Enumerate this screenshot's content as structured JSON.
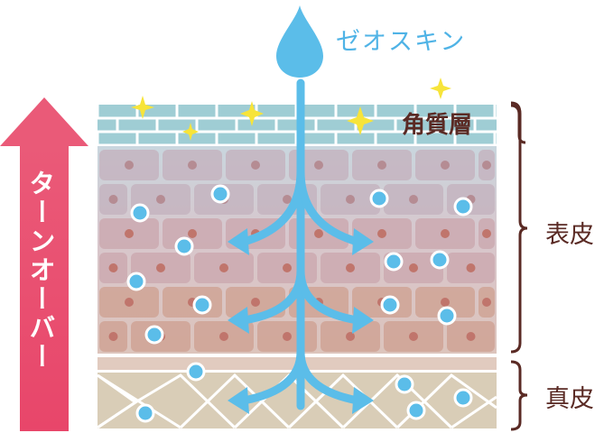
{
  "product_label": "ゼオスキン",
  "labels": {
    "stratum_corneum": "角質層",
    "epidermis": "表皮",
    "dermis": "真皮",
    "turnover": "ターンオーバー"
  },
  "colors": {
    "drop": "#5bbde9",
    "arrow": "#e0476a",
    "bracket": "#5a2a24",
    "sparkle": "#f7e43a"
  },
  "icons": {
    "drop": "water-drop-icon",
    "sparkle": "sparkle-icon",
    "up_arrow": "up-arrow-icon"
  }
}
